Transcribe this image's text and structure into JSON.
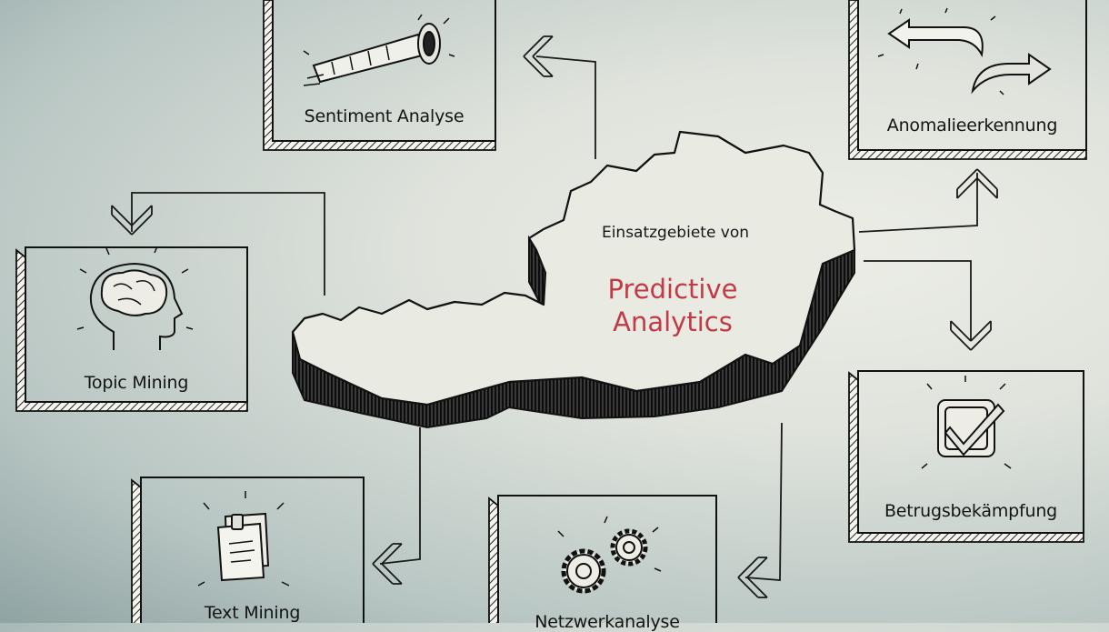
{
  "center": {
    "subtitle": "Einsatzgebiete von",
    "title_line1": "Predictive",
    "title_line2": "Analytics",
    "title_color": "#c23a47"
  },
  "boxes": {
    "sentiment": {
      "label": "Sentiment Analyse",
      "icon": "telescope-icon"
    },
    "anomalie": {
      "label": "Anomalieerkennung",
      "icon": "curved-arrows-icon"
    },
    "topic": {
      "label": "Topic Mining",
      "icon": "brain-head-icon"
    },
    "betrug": {
      "label": "Betrugsbekämpfung",
      "icon": "checkbox-check-icon"
    },
    "text": {
      "label": "Text Mining",
      "icon": "notes-icon"
    },
    "netzwerk": {
      "label": "Netzwerkanalyse",
      "icon": "gears-icon"
    }
  }
}
